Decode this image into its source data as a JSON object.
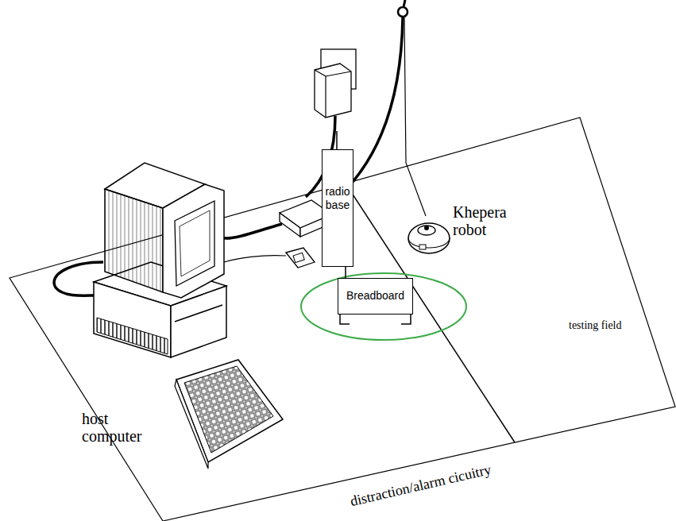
{
  "diagram": {
    "nodes": [
      {
        "text": [
          "radio base"
        ]
      },
      {
        "text": [
          "Breadboard"
        ]
      }
    ],
    "edges": [
      {
        "from": 0,
        "to": 1,
        "arrow": "none"
      }
    ],
    "labels": [
      "Khepera robot",
      "testing field",
      "host computer",
      "distraction/alarm cicuitry"
    ]
  }
}
